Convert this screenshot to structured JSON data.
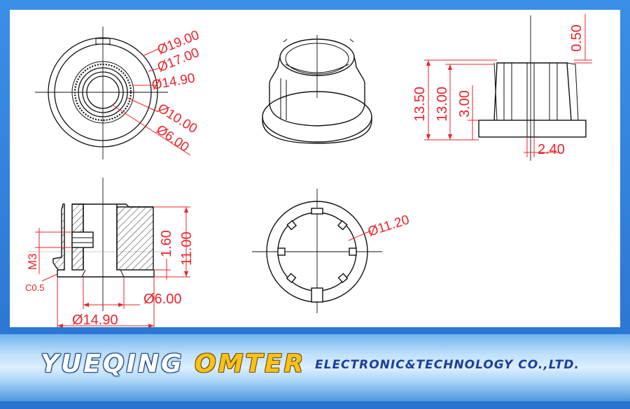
{
  "dimensions": {
    "top_view": {
      "d1": "Ø19.00",
      "d2": "Ø17.00",
      "d3": "Ø14.90",
      "d4": "Ø10.00",
      "d5": "Ø6.00"
    },
    "side_view": {
      "h1": "13.50",
      "h2": "13.00",
      "h3": "3.00",
      "w1": "2.40",
      "t1": "0.50"
    },
    "section_view": {
      "d1": "Ø14.90",
      "d2": "Ø6.00",
      "h1": "11.00",
      "h2": "1.60",
      "m": "M3",
      "c": "C0.5"
    },
    "bottom_view": {
      "d1": "Ø11.20"
    }
  },
  "banner": {
    "brand_1": "YUEQING",
    "brand_2": "OMTER",
    "brand_3": "ELECTRONIC&TECHNOLOGY  CO.,LTD."
  },
  "colors": {
    "dimension": "#e8242a",
    "outline": "#111111",
    "frame": "#2f7fd6"
  }
}
